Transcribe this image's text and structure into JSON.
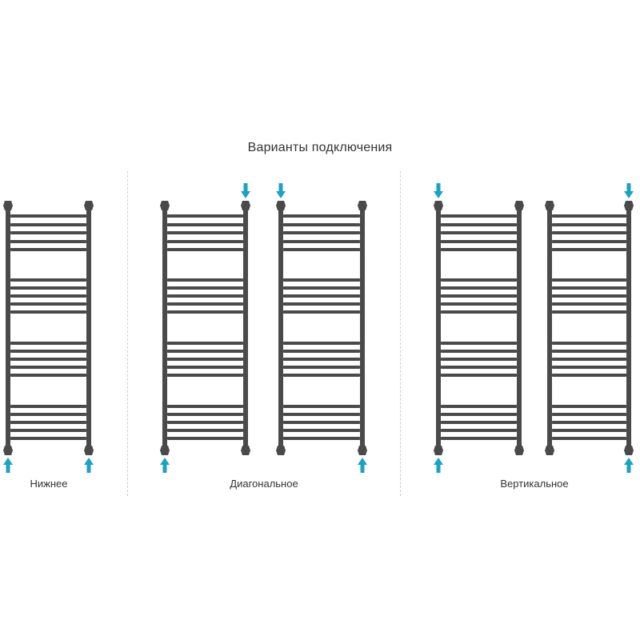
{
  "title": "Варианты подключения",
  "groups": [
    {
      "label": "Нижнее"
    },
    {
      "label": "Диагональное"
    },
    {
      "label": "Вертикальное"
    }
  ],
  "colors": {
    "rail": "#4a4a4a",
    "arrow": "#1aa3c2",
    "text": "#333333",
    "separator": "#cfcfcf"
  },
  "icons": {
    "rail": "towel-rail-icon",
    "arrow_in": "arrow-icon"
  },
  "diagrams": [
    {
      "name": "bottom",
      "group": 0,
      "arrows": [
        [
          "bottom-left",
          "up"
        ],
        [
          "bottom-right",
          "up"
        ]
      ]
    },
    {
      "name": "diagonal-1",
      "group": 1,
      "arrows": [
        [
          "bottom-left",
          "up"
        ],
        [
          "top-right",
          "down"
        ]
      ]
    },
    {
      "name": "diagonal-2",
      "group": 1,
      "arrows": [
        [
          "top-left",
          "down"
        ],
        [
          "bottom-right",
          "up"
        ]
      ]
    },
    {
      "name": "vertical-1",
      "group": 2,
      "arrows": [
        [
          "top-left",
          "down"
        ],
        [
          "bottom-left",
          "up"
        ]
      ]
    },
    {
      "name": "vertical-2",
      "group": 2,
      "arrows": [
        [
          "top-right",
          "down"
        ],
        [
          "bottom-right",
          "up"
        ]
      ]
    }
  ]
}
